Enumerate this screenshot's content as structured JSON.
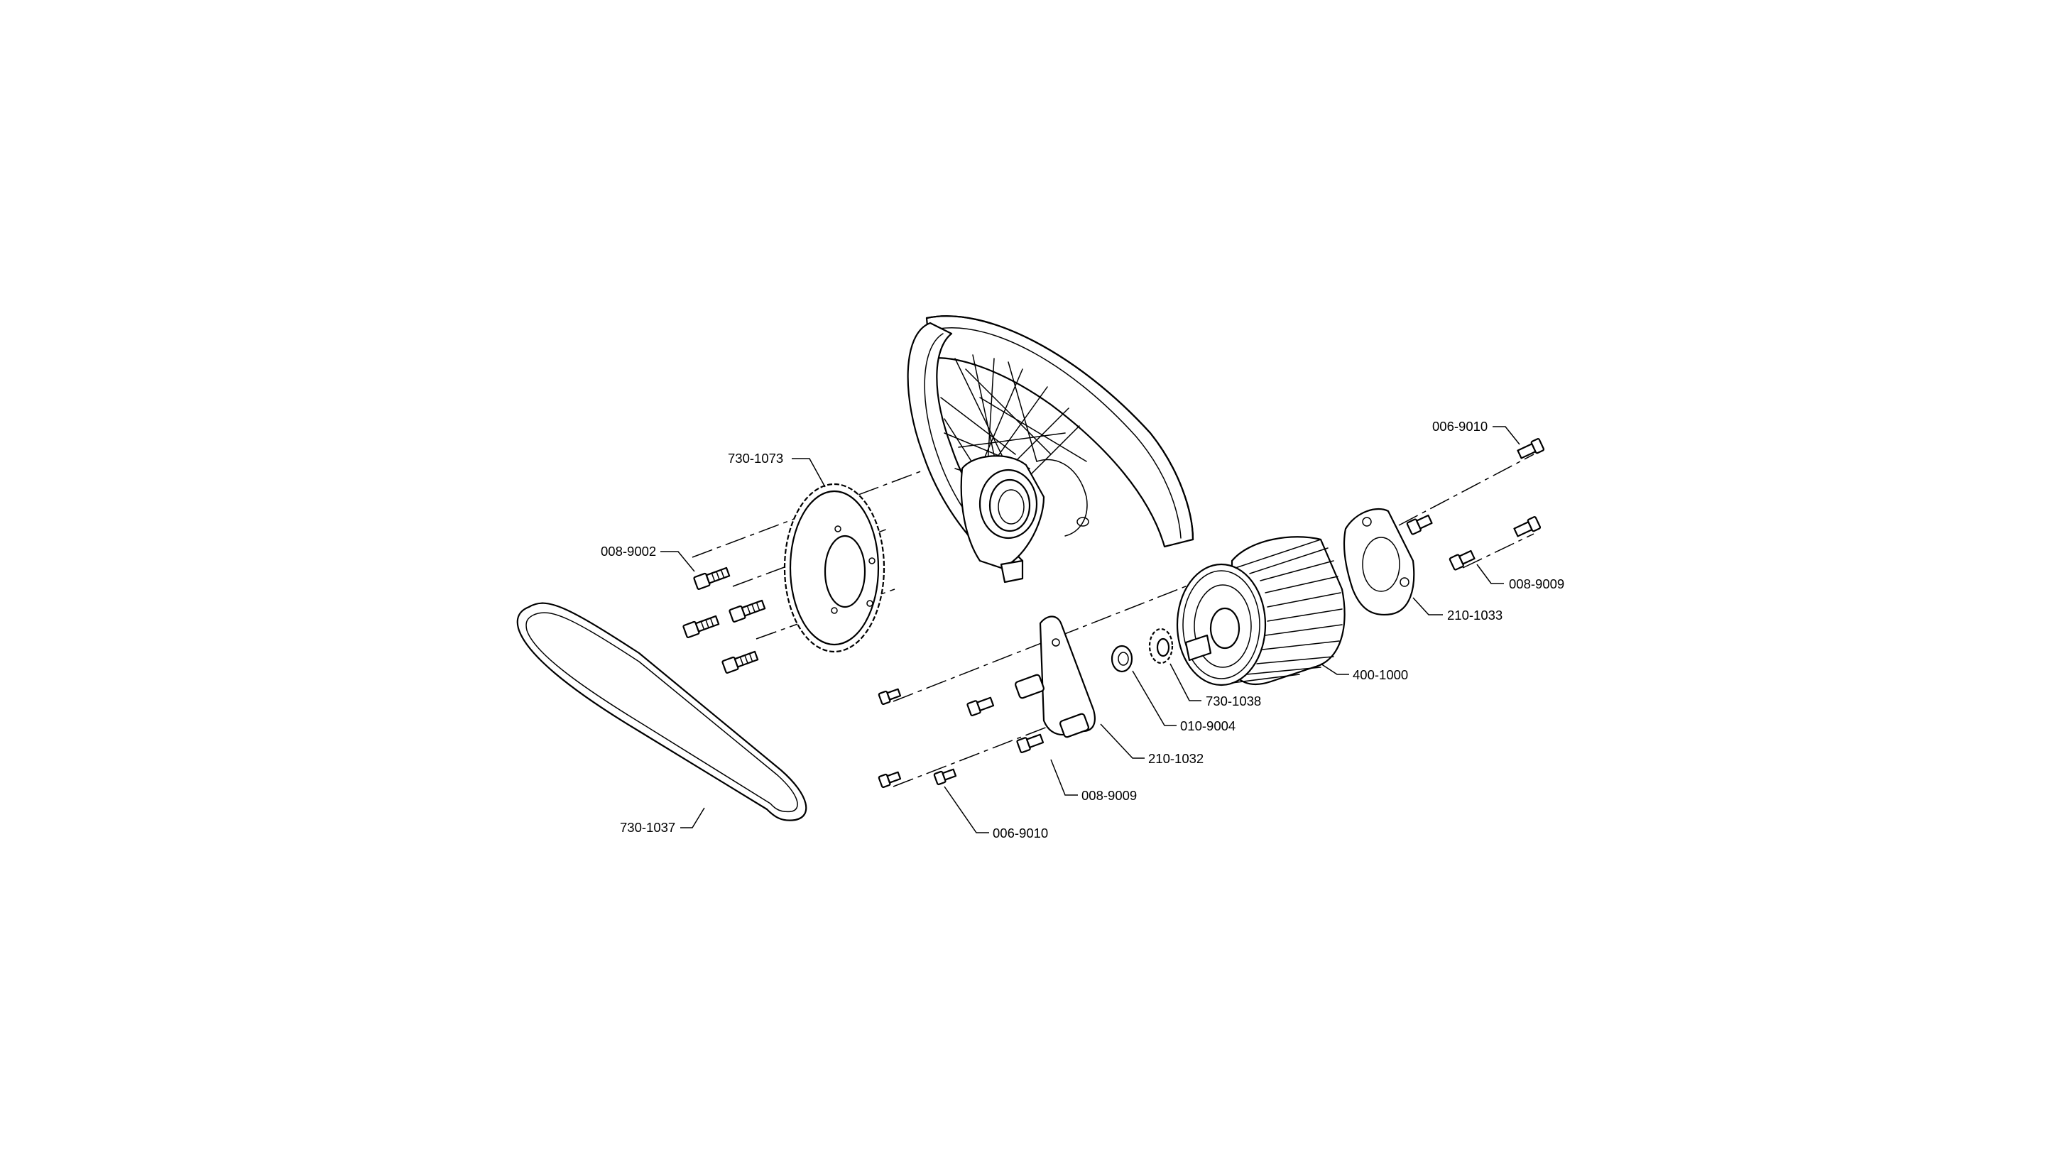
{
  "diagram": {
    "callouts": {
      "p730_1073": "730-1073",
      "p008_9002": "008-9002",
      "p730_1037": "730-1037",
      "p006_9010_top": "006-9010",
      "p008_9009_right": "008-9009",
      "p210_1033": "210-1033",
      "p400_1000": "400-1000",
      "p730_1038": "730-1038",
      "p010_9004": "010-9004",
      "p210_1032": "210-1032",
      "p008_9009_bottom": "008-9009",
      "p006_9010_bottom": "006-9010"
    }
  }
}
